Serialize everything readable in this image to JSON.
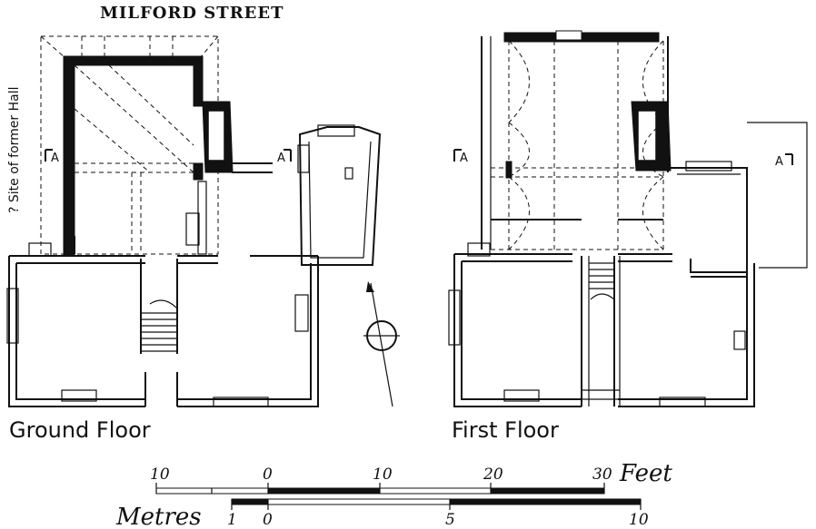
{
  "title": "MILFORD STREET",
  "hall_note": "? Site of former Hall",
  "section_mark": "A",
  "ground_floor_label": "Ground Floor",
  "first_floor_label": "First Floor",
  "scale": {
    "feet_unit": "Feet",
    "metres_unit": "Metres",
    "feet_ticks": [
      "10",
      "0",
      "10",
      "20",
      "30"
    ],
    "metre_ticks": [
      "1",
      "0",
      "5",
      "10"
    ]
  }
}
